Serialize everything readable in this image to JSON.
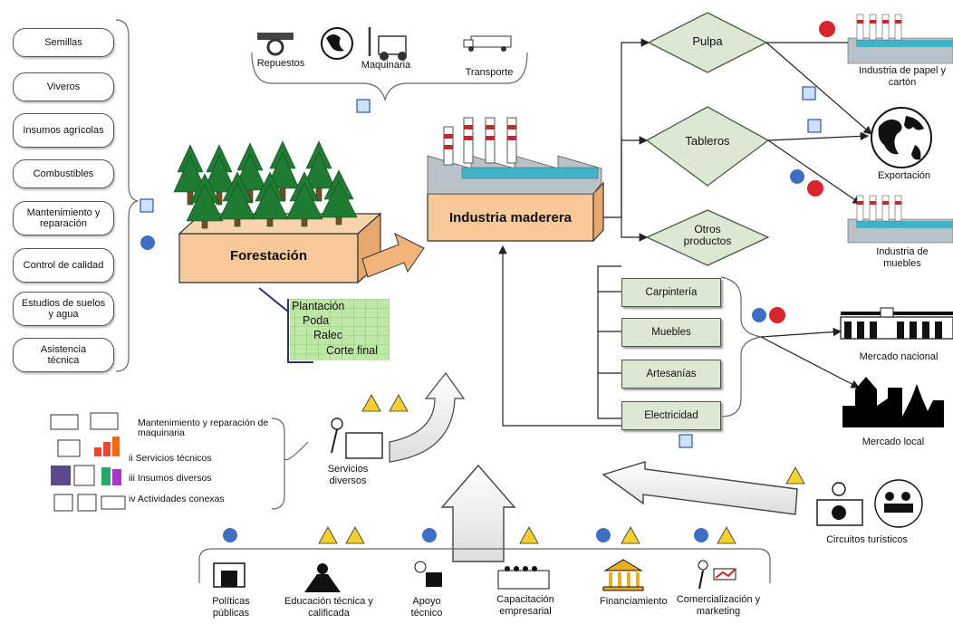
{
  "left_column": {
    "items": [
      "Semillas",
      "Viveros",
      "Insumos agrícolas",
      "Combustibles",
      "Mantenimiento y reparación",
      "Control de calidad",
      "Estudios de suelos y agua",
      "Asistencia técnica"
    ]
  },
  "top_inputs": {
    "repuestos": "Repuestos",
    "maquinaria": "Maquinaria",
    "transporte": "Transporte"
  },
  "forestacion": {
    "label": "Forestación",
    "stages": [
      "Plantación",
      "Poda",
      "Ralec",
      "Corte final"
    ]
  },
  "industria": {
    "label": "Industria maderera"
  },
  "products": {
    "pulpa": "Pulpa",
    "tableros": "Tableros",
    "otros": "Otros productos"
  },
  "outputs": {
    "papel": "Industria de papel y cartón",
    "exportacion": "Exportación",
    "muebles_ind": "Industria de muebles",
    "mercado_nacional": "Mercado nacional",
    "mercado_local": "Mercado local"
  },
  "other_products": [
    "Carpintería",
    "Muebles",
    "Artesanías",
    "Electricidad"
  ],
  "servicios": {
    "label": "Servicios diversos",
    "items": [
      "Mantenimiento y reparación de maquinaria",
      "ii  Servicios técnicos",
      "iii  Insumos diversos",
      "iv  Actividades conexas"
    ]
  },
  "circuitos": "Circuitos turísticos",
  "bottom": {
    "items": [
      "Políticas públicas",
      "Educación técnica y calificada",
      "Apoyo técnico",
      "Capacitación empresarial",
      "Financiamiento",
      "Comercialización y marketing"
    ]
  },
  "colors": {
    "box_tan": "#f6c89a",
    "box_green": "#dde8d4",
    "diamond": "#dde8d4",
    "tree": "#1f7a32",
    "warn": "#f2d22a",
    "question": "#3d6fc2",
    "cross": "#d8262c"
  }
}
